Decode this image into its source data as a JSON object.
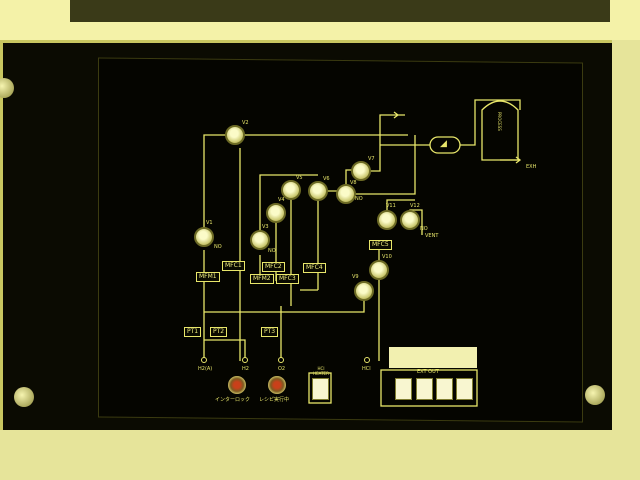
{
  "valves": [
    {
      "label": "V1",
      "sub": "NO"
    },
    {
      "label": "V2"
    },
    {
      "label": "V3",
      "sub": "NO"
    },
    {
      "label": "V4"
    },
    {
      "label": "V5"
    },
    {
      "label": "V6"
    },
    {
      "label": "V7"
    },
    {
      "label": "V8",
      "sub": "NO"
    },
    {
      "label": "V9"
    },
    {
      "label": "V10"
    },
    {
      "label": "V11"
    },
    {
      "label": "V12",
      "sub": "NO"
    }
  ],
  "flow_controllers": [
    "MFM1",
    "MFC1",
    "MFM2",
    "MFC2",
    "MFC3",
    "MFC4",
    "MFC5"
  ],
  "pressure_transducers": [
    "PT1",
    "PT2",
    "PT3"
  ],
  "ports": [
    "H2(A)",
    "H2",
    "O2",
    "HCl"
  ],
  "outlets": {
    "vent": "VENT",
    "exhaust": "EXH"
  },
  "chamber_label": "PROCESS",
  "lamps": [
    "インターロック",
    "レシピ実行中"
  ],
  "heater_switch_label": "HCl HEATER",
  "ext_out_label": "EXT OUT",
  "colors": {
    "line": "#e8e66a",
    "panel": "#050500",
    "frame": "#d8d67a"
  }
}
